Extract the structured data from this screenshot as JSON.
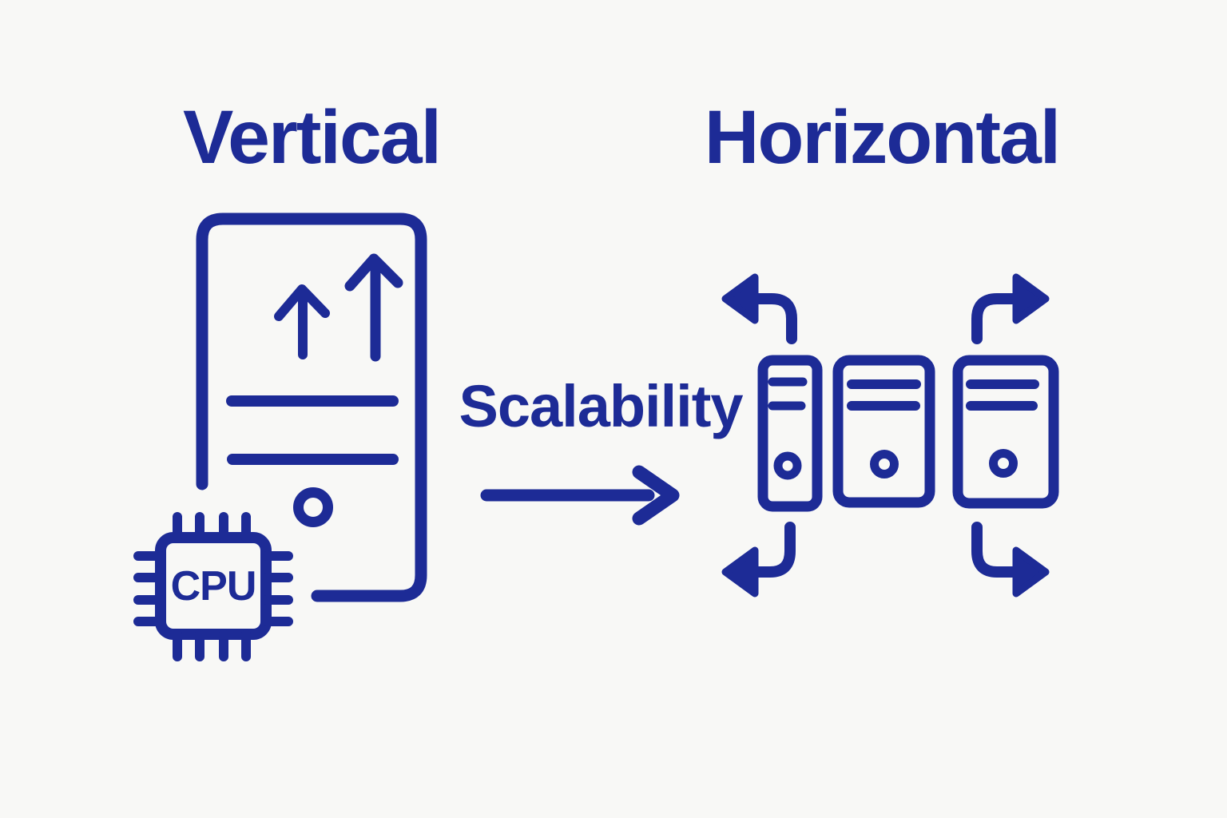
{
  "diagram": {
    "background_color": "#f8f8f6",
    "ink_color": "#1d2b96",
    "left_section": {
      "title": "Vertical",
      "icon": "single-server-tower-icon",
      "inner_icons": [
        "up-arrow-small-icon",
        "up-arrow-large-icon",
        "drive-slot-lines",
        "power-button-circle"
      ],
      "cpu_chip": {
        "label": "CPU",
        "icon": "cpu-chip-icon"
      }
    },
    "center_section": {
      "label": "Scalability",
      "arrow": {
        "icon": "right-arrow-icon",
        "direction": "right"
      }
    },
    "right_section": {
      "title": "Horizontal",
      "server_count": 3,
      "icons": [
        "server-tower-icon",
        "server-tower-icon",
        "server-tower-icon"
      ],
      "expand_arrows": [
        "expand-arrow-top-left",
        "expand-arrow-top-right",
        "expand-arrow-bottom-left",
        "expand-arrow-bottom-right"
      ]
    }
  }
}
